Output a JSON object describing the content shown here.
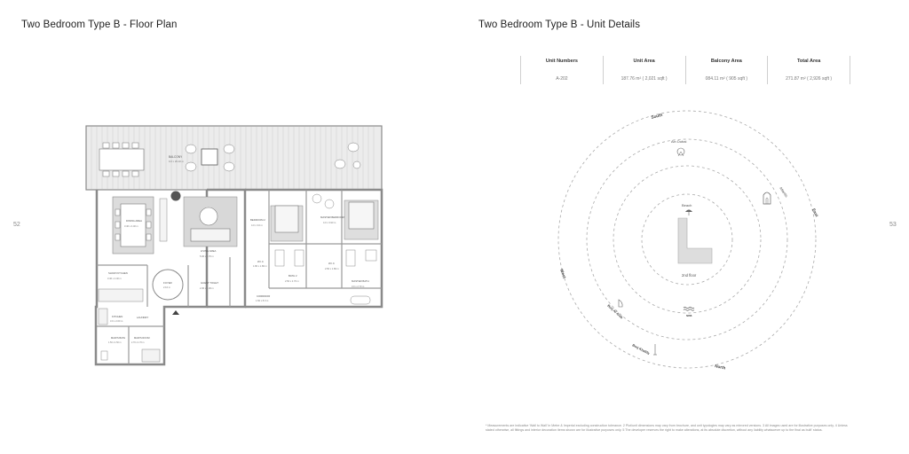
{
  "left_page": {
    "title": "Two Bedroom Type B - Floor Plan",
    "page_number": "52",
    "rooms": {
      "balcony": "BALCONY",
      "balcony_dim": "9.0 x 29.10 m",
      "dining": "DINING AREA",
      "dining_dim": "3.40 x 4.40 m",
      "living": "LIVING AREA",
      "living_dim": "5.30 x 3.70 m",
      "bedroom2": "BEDROOM 2",
      "bedroom2_dim": "4.0 x 3.0 m",
      "master": "MASTER BEDROOM",
      "master_dim": "4.0 x 3.90 m",
      "show_kitchen": "SHOW KITCHEN",
      "show_kitchen_dim": "3.40 x 2.40 m",
      "foyer": "FOYER",
      "foyer_dim": "2.10 m",
      "guest_toilet": "GUEST TOILET",
      "guest_toilet_dim": "2.30 x 1.30 m",
      "wic": "W.I.C",
      "wic_dim": "1.80 x 1.80 m",
      "bath2": "BATH 2",
      "bath2_dim": "2.50 x 2.70 m",
      "wic2": "W.I.C",
      "wic2_dim": "2.50 x 1.80 m",
      "master_bath": "MASTER BATH",
      "master_bath_dim": "3.0 x 2.70 m",
      "corridor": "CORRIDOR",
      "corridor_dim": "1.50 x 8.0 m",
      "kitchen": "KITCHEN",
      "kitchen_dim": "3.0 x 2.60 m",
      "laundry": "LAUNDRY",
      "maids_bath": "MAID'S BATH",
      "maids_bath_dim": "1.50 x 1.50 m",
      "maids_room": "MAID'S ROOM",
      "maids_room_dim": "2.70 x 1.70 m"
    }
  },
  "right_page": {
    "title": "Two Bedroom Type B - Unit Details",
    "page_number": "53",
    "table": {
      "headers": [
        "Unit Numbers",
        "Unit Area",
        "Balcony Area",
        "Total Area"
      ],
      "values": [
        "A-202",
        "187.76 m² ( 2,021 sqft )",
        "084.11 m² ( 905 sqft )",
        "271.87 m² ( 2,926 sqft )"
      ]
    },
    "compass": {
      "south": "South",
      "north": "North",
      "east": "East",
      "west": "West",
      "burj_al_arab": "Burj Al Arab",
      "burj_khalifa": "Burj Khalifa",
      "ain_dubai": "Ain Dubai",
      "atlantis": "Atlantis",
      "beach": "Beach",
      "sea": "sea",
      "floor": "2nd floor"
    },
    "footnote": "* Measurements are indicative 'Wall to Wall' in Metre & Imperial excluding construction tolerance. 2 Plot/unit dimensions may vary from brochure, and unit typologies may vary as mirrored versions. 3 All images used are for illustrative purposes only. 4 Unless stated otherwise, all fittings and interior decoration items shown are for illustrative purposes only. 5 The developer reserves the right to make alterations, at its absolute discretion, without any liability whatsoever up to the final as built' status."
  }
}
